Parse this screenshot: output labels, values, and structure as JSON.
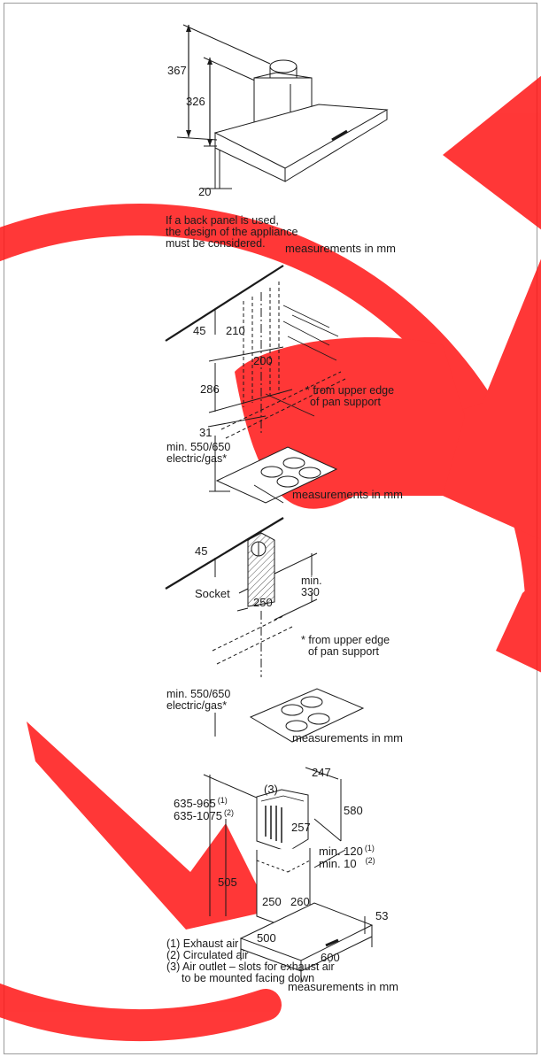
{
  "panel1": {
    "dim_total": "367",
    "dim_body": "326",
    "dim_panel": "20",
    "note_lines": [
      "If a back panel is used,",
      "the design of the appliance",
      "must be considered."
    ],
    "units": "measurements in mm"
  },
  "panel2": {
    "dim_45": "45",
    "dim_210": "210",
    "dim_200": "200",
    "dim_286": "286",
    "dim_31": "31",
    "footnote_lines": [
      "* from upper edge",
      "of pan support"
    ],
    "min_lines": [
      "min. 550/650",
      "electric/gas*"
    ],
    "units": "measurements in mm"
  },
  "panel3": {
    "dim_45": "45",
    "socket_label": "Socket",
    "dim_250": "250",
    "min_lines": [
      "min.",
      "330"
    ],
    "footnote_lines": [
      "* from upper edge",
      "of pan support"
    ],
    "min_cooktop_lines": [
      "min. 550/650",
      "electric/gas*"
    ],
    "units": "measurements in mm"
  },
  "panel4": {
    "dim_247": "247",
    "callout_3": "(3)",
    "height_1": "635-965",
    "height_1_ref": "(1)",
    "height_2": "635-1075",
    "height_2_ref": "(2)",
    "dim_580": "580",
    "dim_257": "257",
    "min_1": "min. 120",
    "min_1_ref": "(1)",
    "min_2": "min. 10",
    "min_2_ref": "(2)",
    "dim_505": "505",
    "dim_250": "250",
    "dim_260": "260",
    "dim_53": "53",
    "dim_500": "500",
    "dim_600": "600",
    "legend": [
      "(1) Exhaust air",
      "(2) Circulated air",
      "(3) Air outlet – slots for exhaust air",
      "to be mounted facing down"
    ],
    "units": "measurements in mm"
  },
  "watermark_color": "#ff0000"
}
